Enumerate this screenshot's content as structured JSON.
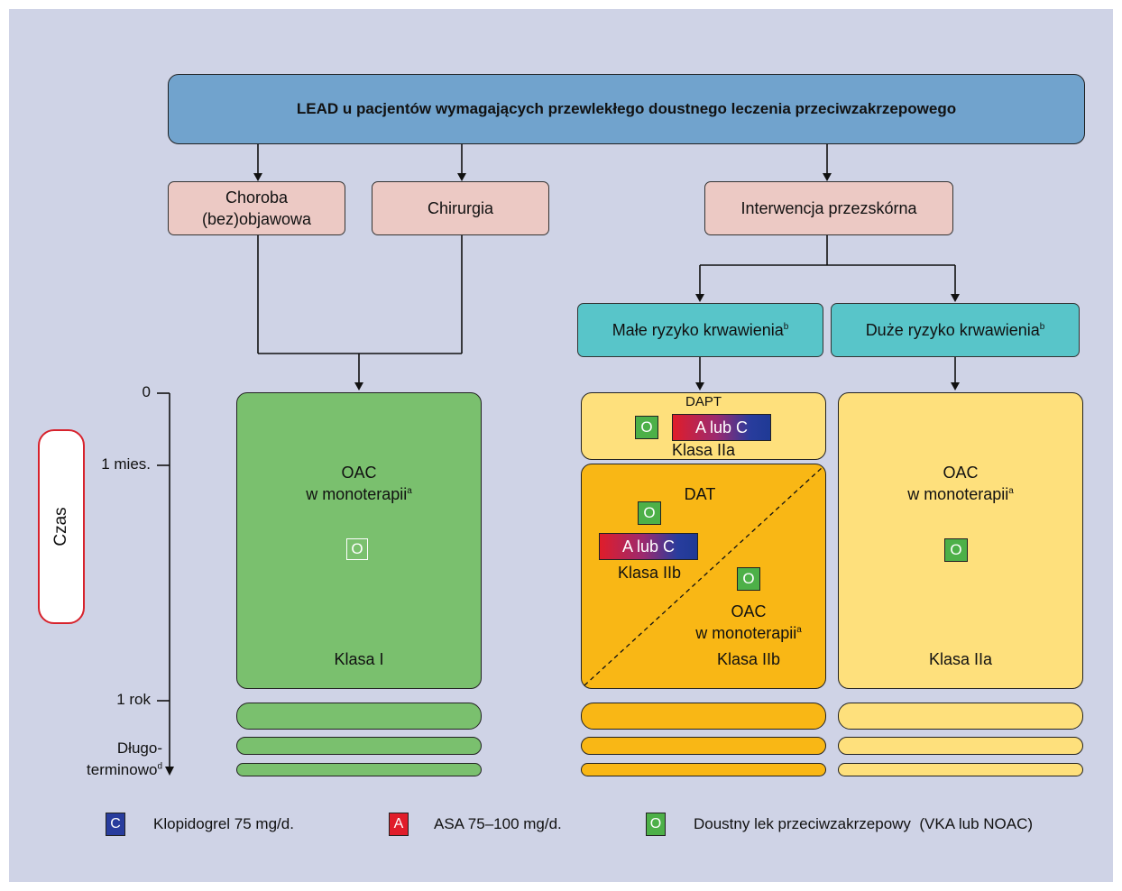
{
  "header": "LEAD u pacjentów wymagających przewlekłego doustnego leczenia przeciwzakrzepowego",
  "categories": {
    "disease_line1": "Choroba",
    "disease_line2": "(bez)objawowa",
    "surgery": "Chirurgia",
    "intervention": "Interwencja przezskórna"
  },
  "bleeding_risk": {
    "low": "Małe ryzyko krwawienia",
    "high": "Duże ryzyko krwawienia",
    "superscript": "b"
  },
  "time_axis": {
    "label": "Czas",
    "ticks": [
      "0",
      "1 mies.",
      "1 rok"
    ],
    "long_term_line1": "Długo-",
    "long_term_line2": "terminowo",
    "long_term_sup": "d"
  },
  "panel_left": {
    "line1": "OAC",
    "line2": "w monoterapii",
    "sup": "a",
    "badge": "O",
    "class_label": "Klasa I"
  },
  "panel_middle": {
    "dapt_title": "DAPT",
    "dapt_badge": "O",
    "dapt_combo": "A lub C",
    "dapt_class": "Klasa IIa",
    "dat_title": "DAT",
    "dat_badge": "O",
    "dat_combo": "A lub C",
    "dat_class": "Klasa IIb",
    "oac_badge": "O",
    "oac_line1": "OAC",
    "oac_line2": "w monoterapii",
    "oac_sup": "a",
    "oac_class": "Klasa IIb"
  },
  "panel_right": {
    "line1": "OAC",
    "line2": "w monoterapii",
    "sup": "a",
    "badge": "O",
    "class_label": "Klasa IIa"
  },
  "legend": [
    {
      "letter": "C",
      "label": "Klopidogrel 75 mg/d.",
      "color": "#283c9d"
    },
    {
      "letter": "A",
      "label": "ASA 75–100 mg/d.",
      "color": "#e01d2a"
    },
    {
      "letter": "O",
      "label": "Doustny lek przeciwzakrzepowy  (VKA lub NOAC)",
      "color": "#4db048"
    }
  ]
}
